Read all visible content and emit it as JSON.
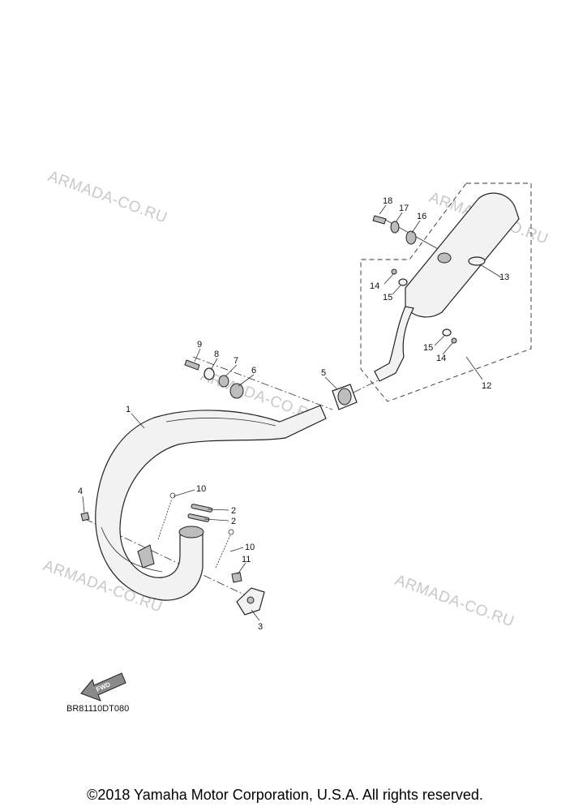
{
  "watermarks": [
    "ARMADA-CO.RU",
    "ARMADA-CO.RU",
    "ARMADA-CO.RU",
    "ARMADA-CO.RU",
    "ARMADA-CO.RU"
  ],
  "callouts": [
    "1",
    "2",
    "2",
    "3",
    "4",
    "5",
    "6",
    "7",
    "8",
    "9",
    "10",
    "10",
    "11",
    "12",
    "13",
    "14",
    "14",
    "15",
    "15",
    "16",
    "17",
    "18"
  ],
  "fwd_label": "FWD",
  "diagram_code": "BR81110DT080",
  "copyright": "©2018 Yamaha Motor Corporation, U.S.A. All rights reserved."
}
